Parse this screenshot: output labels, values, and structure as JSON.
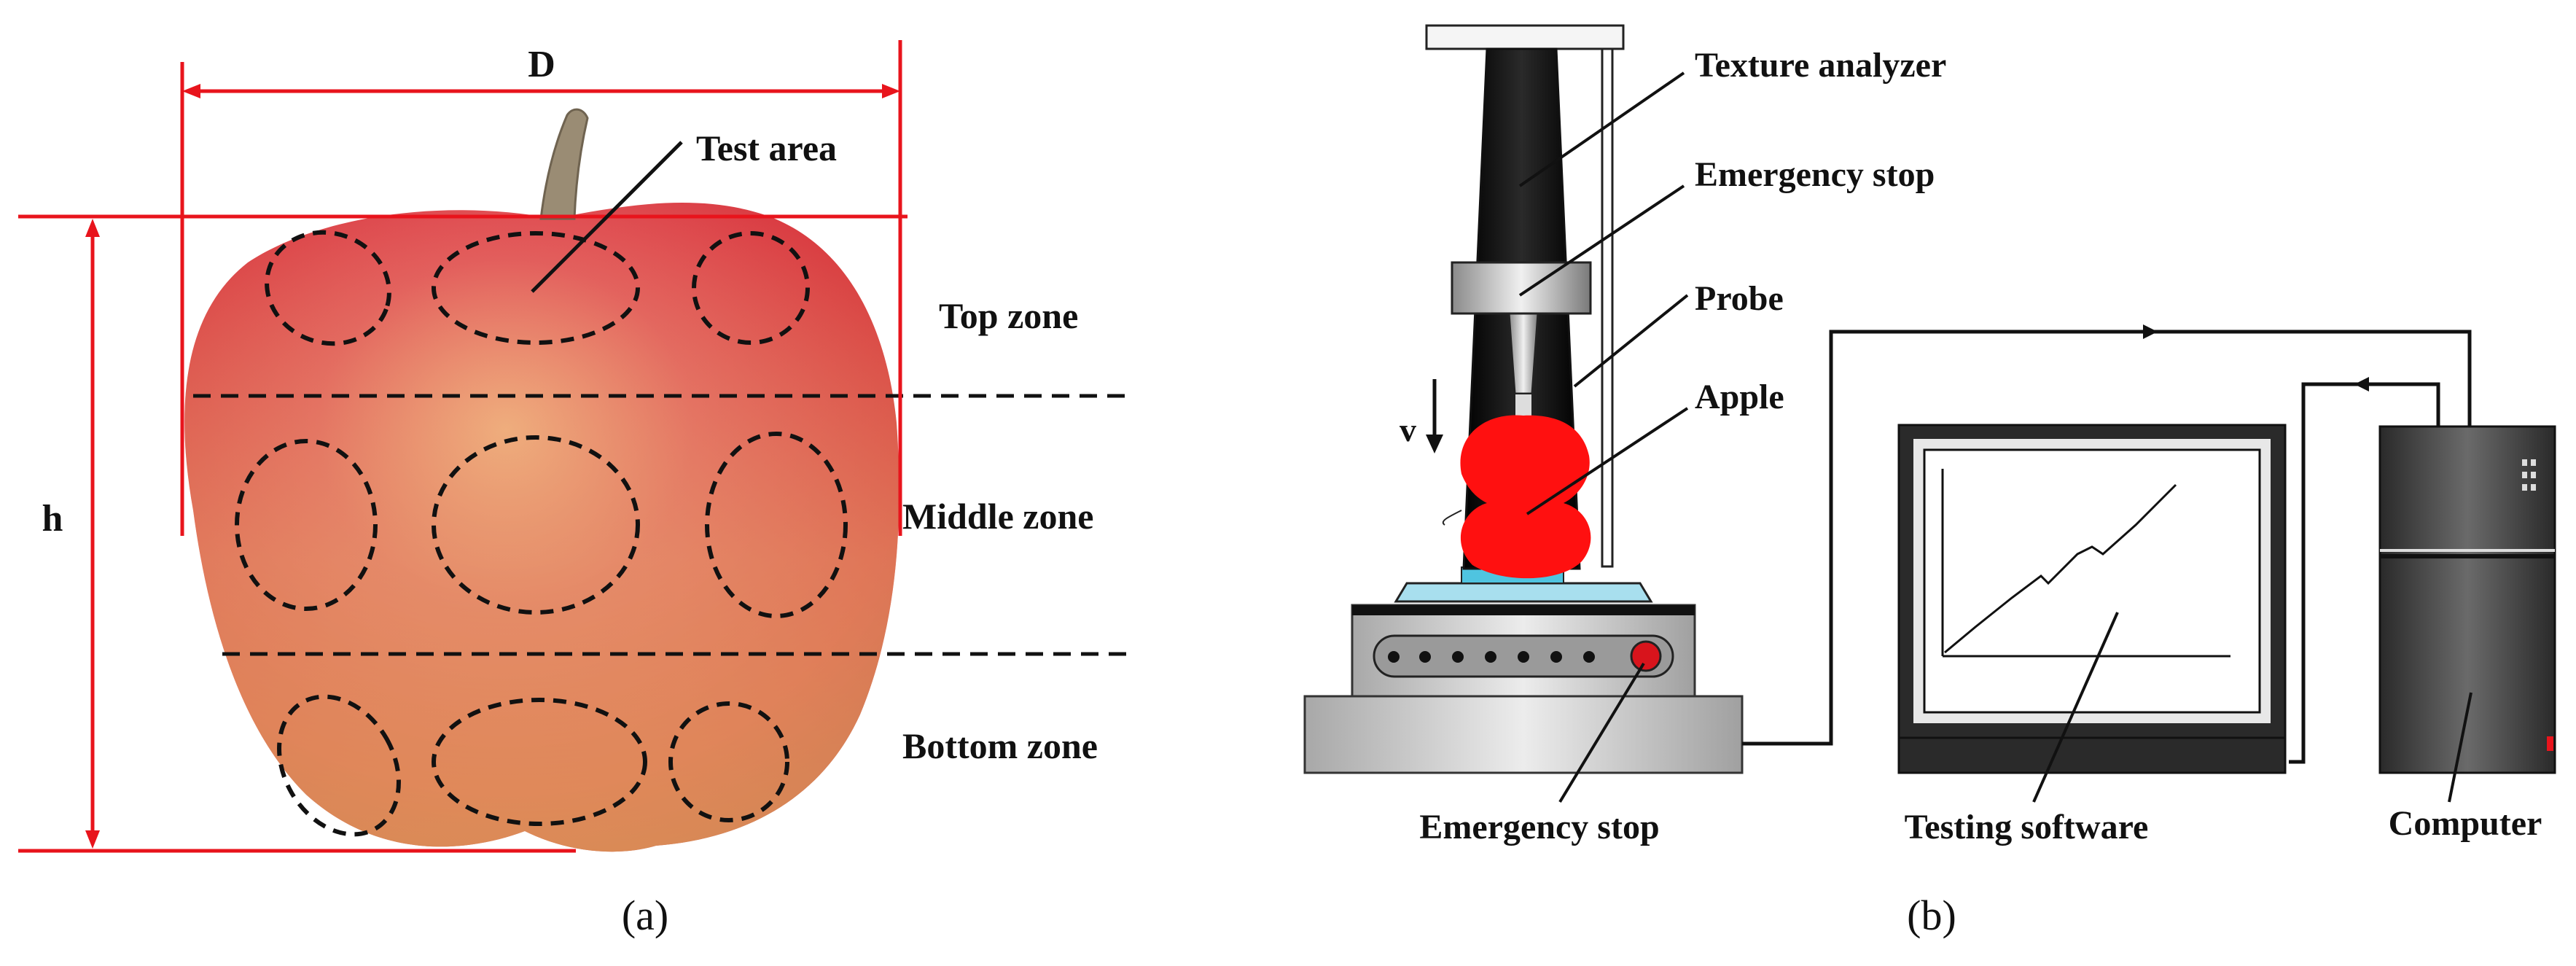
{
  "panel_a": {
    "dim_width": "D",
    "dim_height": "h",
    "test_area": "Test area",
    "zones": {
      "top": "Top zone",
      "middle": "Middle zone",
      "bottom": "Bottom zone"
    },
    "caption": "(a)"
  },
  "panel_b": {
    "texture_analyzer": "Texture analyzer",
    "emergency_stop_top": "Emergency stop",
    "probe": "Probe",
    "apple": "Apple",
    "velocity": "v",
    "emergency_stop_bottom": "Emergency stop",
    "testing_software": "Testing software",
    "computer": "Computer",
    "caption": "(b)"
  },
  "colors": {
    "dimension_red": "#e8141c",
    "apple_red": "#d92b35",
    "apple_yellow": "#e9c77a",
    "analyzer_black": "#111111",
    "probe_apple_red": "#ff1010",
    "stage_blue": "#a8dfee",
    "base_gray": "#c9c9c9"
  }
}
